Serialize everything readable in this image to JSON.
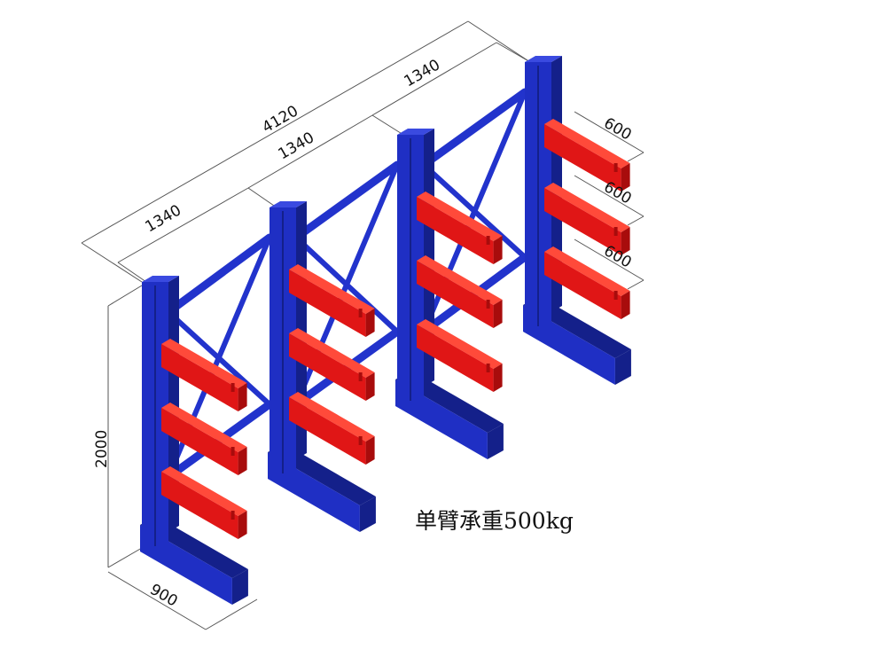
{
  "dimensions": {
    "total_length": "4120",
    "bay_1": "1340",
    "bay_2": "1340",
    "bay_3": "1340",
    "height": "2000",
    "base_depth": "900",
    "arm_1": "600",
    "arm_2": "600",
    "arm_3": "600"
  },
  "caption": "单臂承重500kg",
  "colors": {
    "column": "#1f2fc4",
    "column_dark": "#14208a",
    "brace": "#2233cc",
    "arm": "#e01616",
    "arm_dark": "#a80c0c"
  }
}
